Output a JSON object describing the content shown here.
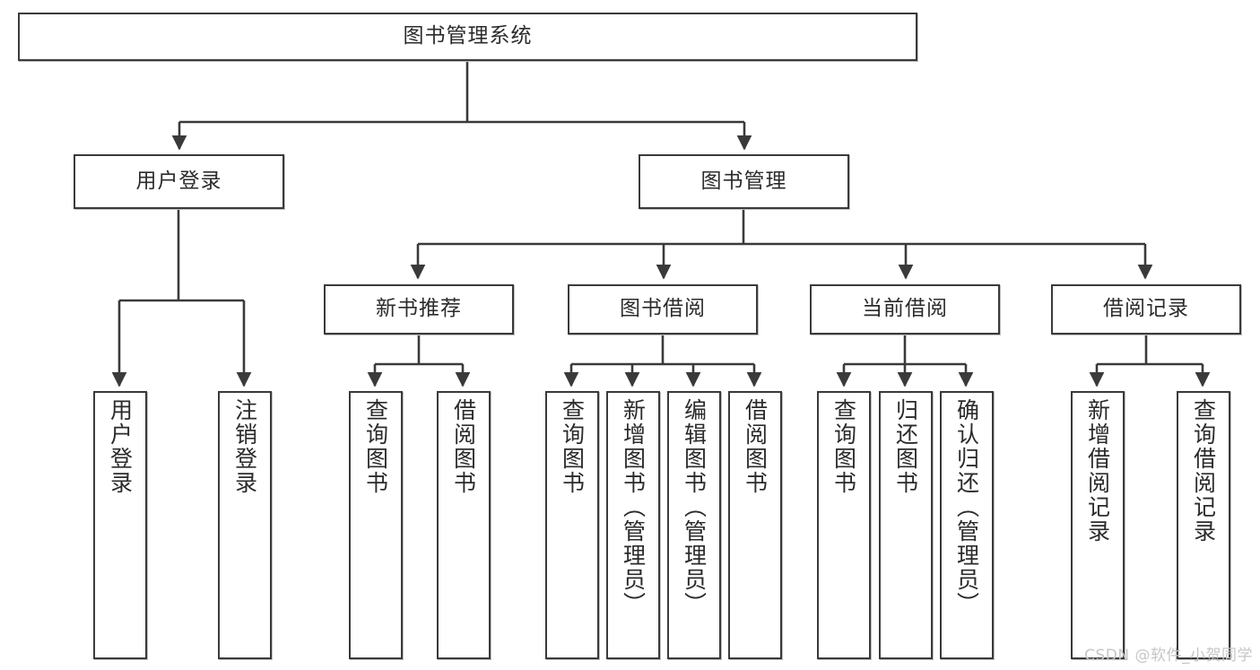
{
  "diagram": {
    "title": "图书管理系统",
    "type": "tree",
    "watermark": "CSDN @软件_小贺同学",
    "colors": {
      "box_border": "#3a3a3a",
      "box_fill": "#ffffff",
      "edge": "#3a3a3a",
      "text": "#2b2b2b",
      "watermark": "#c6c6c6",
      "background": "#ffffff"
    },
    "nodes": {
      "root": {
        "label": "图书管理系统"
      },
      "level2": [
        {
          "id": "user-login",
          "label": "用户登录"
        },
        {
          "id": "book-manage",
          "label": "图书管理"
        }
      ],
      "level3": [
        {
          "id": "new-book-recommend",
          "label": "新书推荐"
        },
        {
          "id": "book-borrow",
          "label": "图书借阅"
        },
        {
          "id": "current-borrow",
          "label": "当前借阅"
        },
        {
          "id": "borrow-record",
          "label": "借阅记录"
        }
      ],
      "leaves": {
        "user_login": [
          {
            "id": "leaf-user-login",
            "label": "用户登录"
          },
          {
            "id": "leaf-logout-login",
            "label": "注销登录"
          }
        ],
        "new_book_recommend": [
          {
            "id": "leaf-query-book-1",
            "label": "查询图书"
          },
          {
            "id": "leaf-borrow-book-1",
            "label": "借阅图书"
          }
        ],
        "book_borrow": [
          {
            "id": "leaf-query-book-2",
            "label": "查询图书"
          },
          {
            "id": "leaf-add-book",
            "label": "新增图书（管理员）"
          },
          {
            "id": "leaf-edit-book",
            "label": "编辑图书（管理员）"
          },
          {
            "id": "leaf-borrow-book-2",
            "label": "借阅图书"
          }
        ],
        "current_borrow": [
          {
            "id": "leaf-query-book-3",
            "label": "查询图书"
          },
          {
            "id": "leaf-return-book",
            "label": "归还图书"
          },
          {
            "id": "leaf-confirm-return",
            "label": "确认归还（管理员）"
          }
        ],
        "borrow_record": [
          {
            "id": "leaf-add-record",
            "label": "新增借阅记录"
          },
          {
            "id": "leaf-query-record",
            "label": "查询借阅记录"
          }
        ]
      }
    }
  }
}
